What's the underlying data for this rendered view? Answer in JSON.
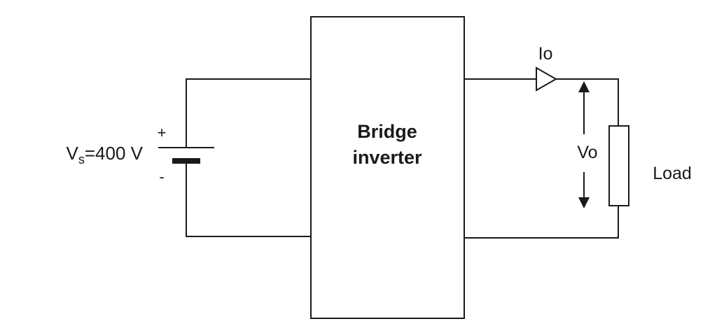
{
  "source": {
    "voltage_label": "V",
    "voltage_subscript": "s",
    "voltage_value": "=400 V",
    "plus_sign": "+",
    "minus_sign": "-"
  },
  "inverter": {
    "line1": "Bridge",
    "line2": "inverter"
  },
  "output": {
    "current_label": "Io",
    "voltage_label": "Vo",
    "load_label": "Load"
  },
  "colors": {
    "line": "#1a1a1a",
    "background": "#ffffff"
  }
}
